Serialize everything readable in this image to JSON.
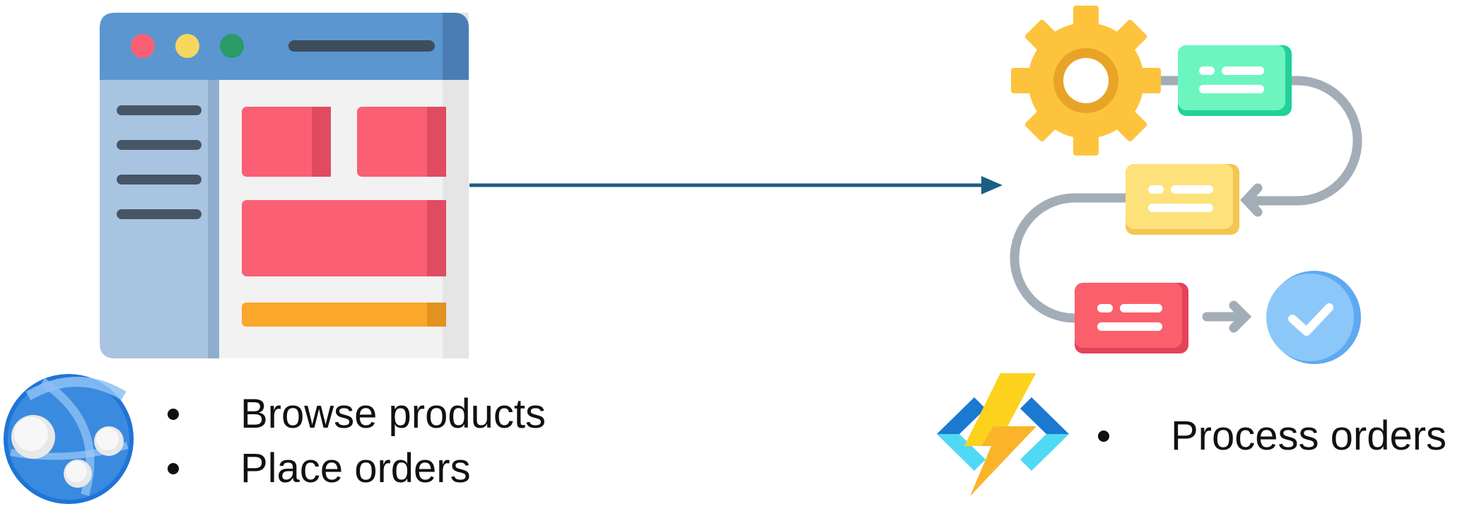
{
  "webapp": {
    "icon": "azure-web-app-globe-icon",
    "browser_icon": "browser-window-icon",
    "capabilities": [
      "Browse products",
      "Place orders"
    ]
  },
  "connector": {
    "icon": "arrow-right-icon",
    "color": "#1a5e86"
  },
  "function": {
    "icon": "azure-functions-lightning-icon",
    "workflow_icon": "workflow-process-gear-icon",
    "capabilities": [
      "Process orders"
    ]
  },
  "colors": {
    "browser_header": "#5b96d1",
    "browser_sidebar": "#a9c4e0",
    "browser_block": "#fb5f74",
    "browser_bar": "#fba72a",
    "gear": "#fdc33c",
    "step_green": "#6df5c0",
    "step_yellow": "#fde17a",
    "step_red": "#fb5f6c",
    "check_circle": "#8cc7f9",
    "flow_line": "#a2adb8"
  }
}
